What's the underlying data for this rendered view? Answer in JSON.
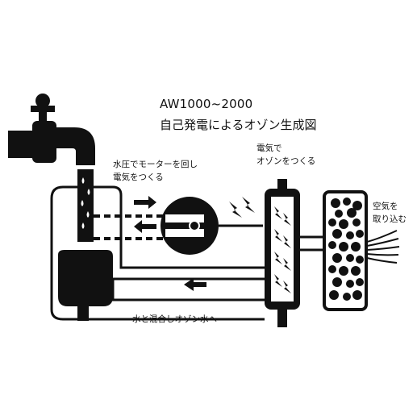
{
  "title": {
    "model": "AW1000~2000",
    "subtitle": "自己発電によるオゾン生成図"
  },
  "labels": {
    "motor_line1": "水圧でモーターを回し",
    "motor_line2": "電気をつくる",
    "ozone_line1": "電気で",
    "ozone_line2": "オゾンをつくる",
    "air_line1": "空気を",
    "air_line2": "取り込む",
    "mix": "水と混合しオゾン水へ"
  },
  "colors": {
    "ink": "#111111",
    "paper": "#ffffff"
  }
}
